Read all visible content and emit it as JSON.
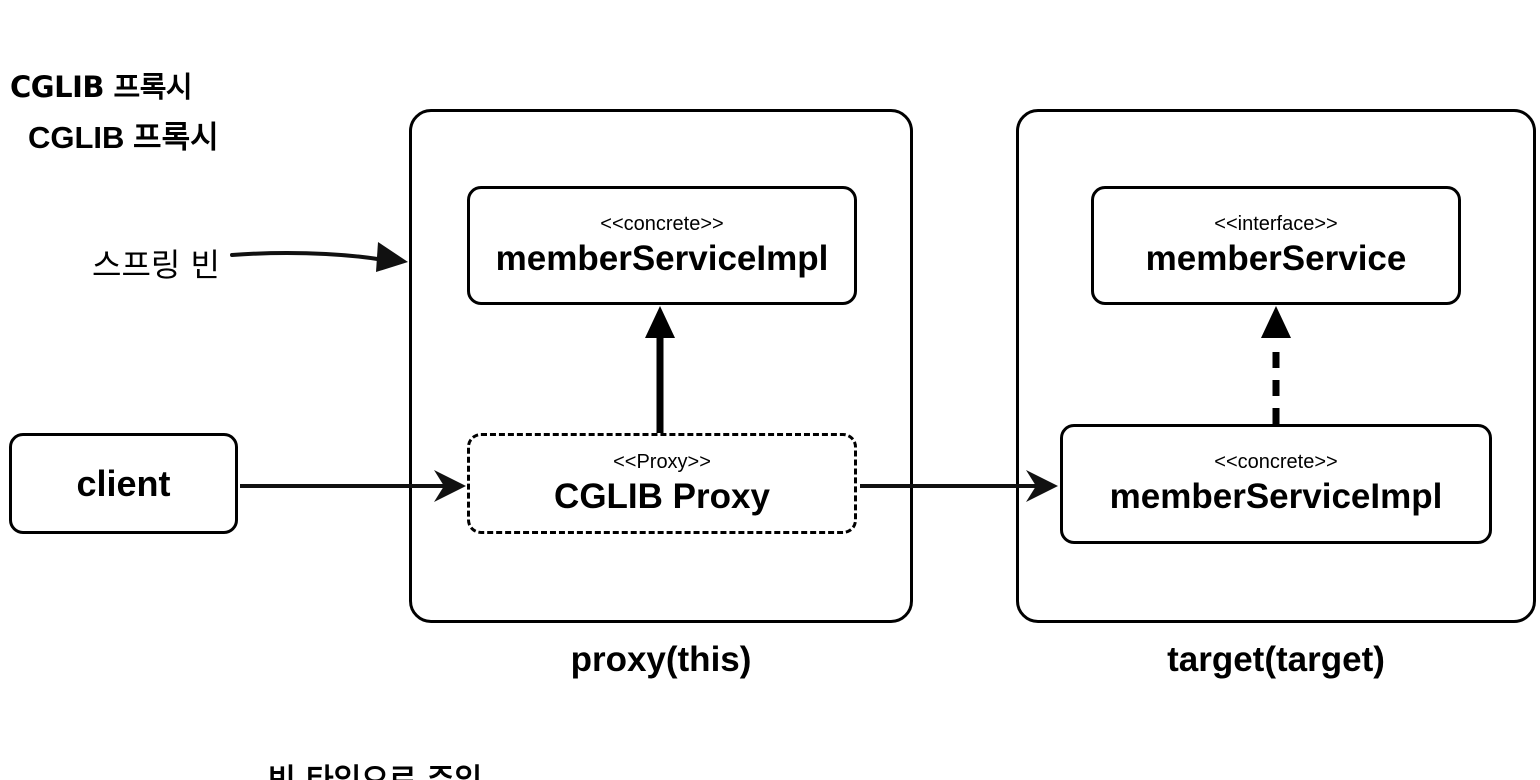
{
  "heading": "CGLIB 프록시",
  "subheading": "CGLIB 프록시",
  "spring_bean_label": "스프링 빈",
  "client": {
    "label": "client"
  },
  "proxy_container": {
    "caption": "proxy(this)",
    "top_box": {
      "stereotype": "<<concrete>>",
      "name": "memberServiceImpl"
    },
    "proxy_box": {
      "stereotype": "<<Proxy>>",
      "name": "CGLIB Proxy"
    }
  },
  "target_container": {
    "caption": "target(target)",
    "top_box": {
      "stereotype": "<<interface>>",
      "name": "memberService"
    },
    "impl_box": {
      "stereotype": "<<concrete>>",
      "name": "memberServiceImpl"
    }
  },
  "footer_partial_text": "빈 타입으로 주입"
}
